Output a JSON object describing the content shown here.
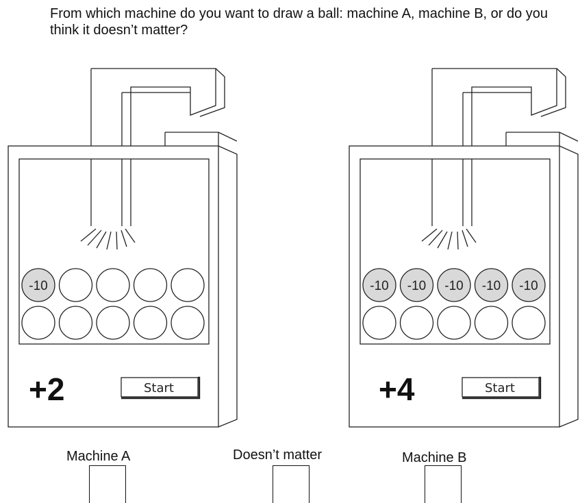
{
  "question": "From which machine do you want to draw a ball: machine A, machine B, or do you think it doesn’t matter?",
  "machines": [
    {
      "name": "Machine A",
      "value_label": "+2",
      "start_label": "Start",
      "balls": [
        "-10",
        "",
        "",
        "",
        "",
        "",
        "",
        "",
        "",
        ""
      ]
    },
    {
      "name": "Machine B",
      "value_label": "+4",
      "start_label": "Start",
      "balls": [
        "-10",
        "-10",
        "-10",
        "-10",
        "-10",
        "",
        "",
        "",
        "",
        ""
      ]
    }
  ],
  "options": [
    {
      "label": "Machine A"
    },
    {
      "label": "Doesn’t matter"
    },
    {
      "label": "Machine B"
    }
  ],
  "colors": {
    "marked_ball": "#d9d9d9",
    "empty_ball": "#ffffff",
    "line": "#222222"
  }
}
